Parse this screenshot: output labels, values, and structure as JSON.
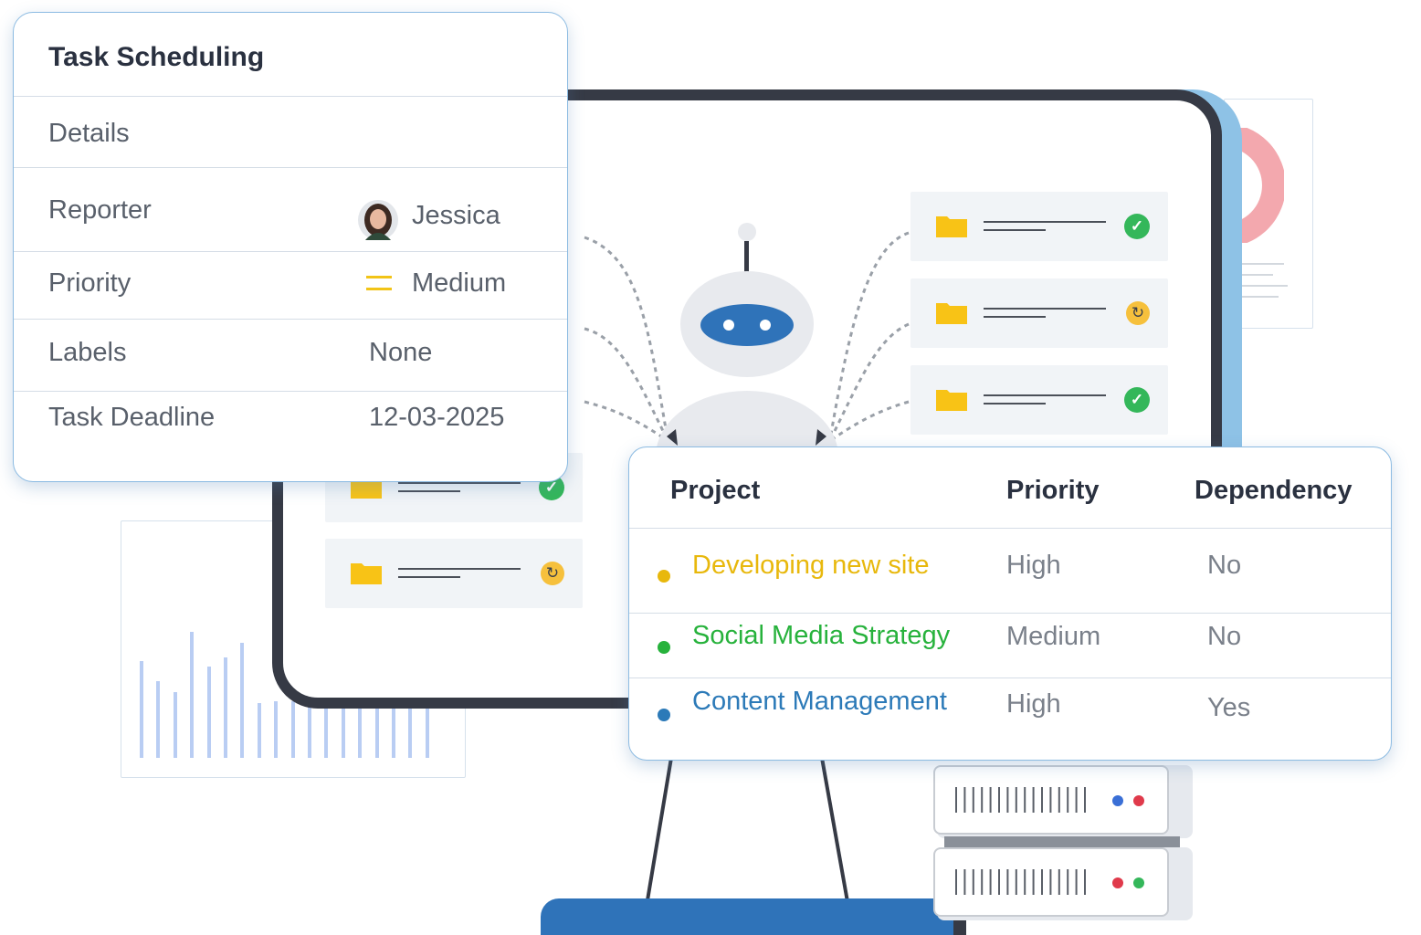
{
  "task_card": {
    "title": "Task Scheduling",
    "section": "Details",
    "rows": [
      {
        "label": "Reporter",
        "value": "Jessica",
        "icon": "avatar"
      },
      {
        "label": "Priority",
        "value": "Medium",
        "icon": "priority-medium-icon"
      },
      {
        "label": "Labels",
        "value": "None"
      },
      {
        "label": "Task Deadline",
        "value": "12-03-2025"
      }
    ]
  },
  "project_table": {
    "headers": [
      "Project",
      "Priority",
      "Dependency"
    ],
    "rows": [
      {
        "project": "Developing new site",
        "priority": "High",
        "dependency": "No",
        "color": "#e8b80c"
      },
      {
        "project": "Social Media Strategy",
        "priority": "Medium",
        "dependency": "No",
        "color": "#27b23c"
      },
      {
        "project": "Content Management",
        "priority": "High",
        "dependency": "Yes",
        "color": "#2c7ab8"
      }
    ]
  },
  "colors": {
    "accent_blue": "#8ec2e6",
    "monitor_frame": "#363a45",
    "folder_yellow": "#f8c316",
    "status_green": "#34b75a",
    "status_yellow": "#f6c03c"
  }
}
